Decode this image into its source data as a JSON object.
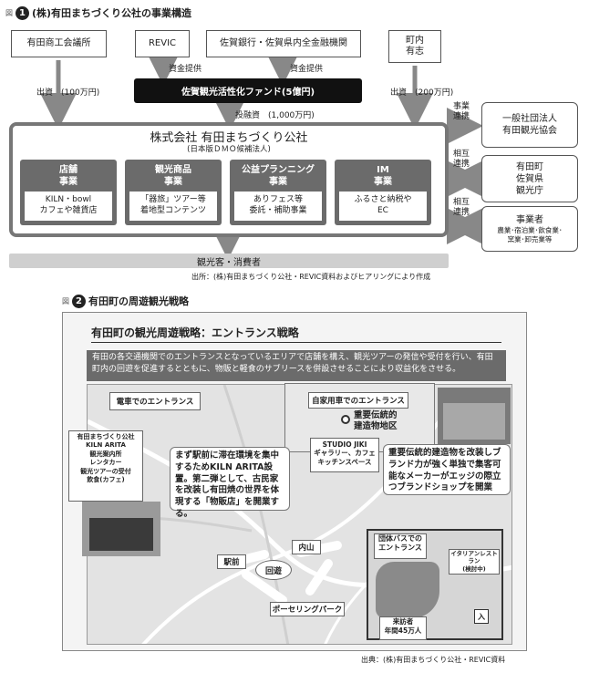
{
  "fig1": {
    "prefix": "図",
    "num": "1",
    "title": "(株)有田まちづくり公社の事業構造",
    "top_boxes": {
      "chamber": "有田商工会議所",
      "revic": "REVIC",
      "banks": "佐賀銀行・佐賀県内全金融機関",
      "town": "町内\n有志"
    },
    "fund": "佐賀観光活性化ファンド(5億円)",
    "capital_label_left": "資金提供",
    "capital_label_right": "資金提供",
    "invest_left": "出資　(100万円)",
    "invest_right": "出資　(200万円)",
    "invest_fund": "投融資　(1,000万円)",
    "company": {
      "name": "株式会社 有田まちづくり公社",
      "sub": "(日本版ＤＭＯ候補法人)",
      "businesses": [
        {
          "head": "店舗\n事業",
          "body": "KILN・bowl\nカフェや雑貨店"
        },
        {
          "head": "観光商品\n事業",
          "body": "「器旅」ツアー等\n着地型コンテンツ"
        },
        {
          "head": "公益プランニング\n事業",
          "body": "ありフェス等\n委託・補助事業"
        },
        {
          "head": "IM\n事業",
          "body": "ふるさと納税や\nEC"
        }
      ]
    },
    "partners": [
      {
        "label": "事業\n連携",
        "box": "一般社団法人\n有田観光協会"
      },
      {
        "label": "相互\n連携",
        "box": "有田町\n佐賀県\n観光庁"
      },
      {
        "label": "相互\n連携",
        "box_title": "事業者",
        "box_sub": "農業･宿泊業･飲食業･\n窯業･卸売業等"
      }
    ],
    "consumer": "観光客・消費者",
    "source": "出所：(株)有田まちづくり公社・REVIC資料およびヒアリングにより作成"
  },
  "fig2": {
    "prefix": "図",
    "num": "2",
    "title": "有田町の周遊観光戦略",
    "panel_title": "有田町の観光周遊戦略：エントランス戦略",
    "intro": "有田の各交通機関でのエントランスとなっているエリアで店舗を構え、観光ツアーの発信や受付を行い、有田町内の回遊を促進するとともに、物販と軽食のサブリースを併設させることにより収益化をさせる。",
    "train_entrance": "電車でのエントランス",
    "car_entrance": "自家用車でのエントランス",
    "heritage_area": "重要伝統的\n建造物地区",
    "studio": "STUDIO JIKI\nギャラリー、カフェ\nキッチンスペース",
    "kiln_note": "有田まちづくり公社\nKILN ARITA\n観光案内所\nレンタカー\n観光ツアーの受付\n飲食(カフェ)",
    "station_bubble": "まず駅前に滞在環境を集中するためKILN ARITA設置。第二弾として、古民家を改装し有田焼の世界を体現する「物販店」を開業する。",
    "heritage_bubble": "重要伝統的建造物を改装しブランド力が強く単独で集客可能なメーカーがエッジの際立つブランドショップを開業",
    "station": "駅前",
    "uchiyama": "内山",
    "kaiyu": "回遊",
    "porcelain_park": "ポーセリングパーク",
    "bus_entrance": "団体バスでの\nエントランス",
    "italian": "イタリアンレストラン\n(検討中)",
    "entrance_mark": "入",
    "visitors": "来訪者\n年間45万人",
    "source": "出典：(株)有田まちづくり公社・REVIC資料"
  }
}
